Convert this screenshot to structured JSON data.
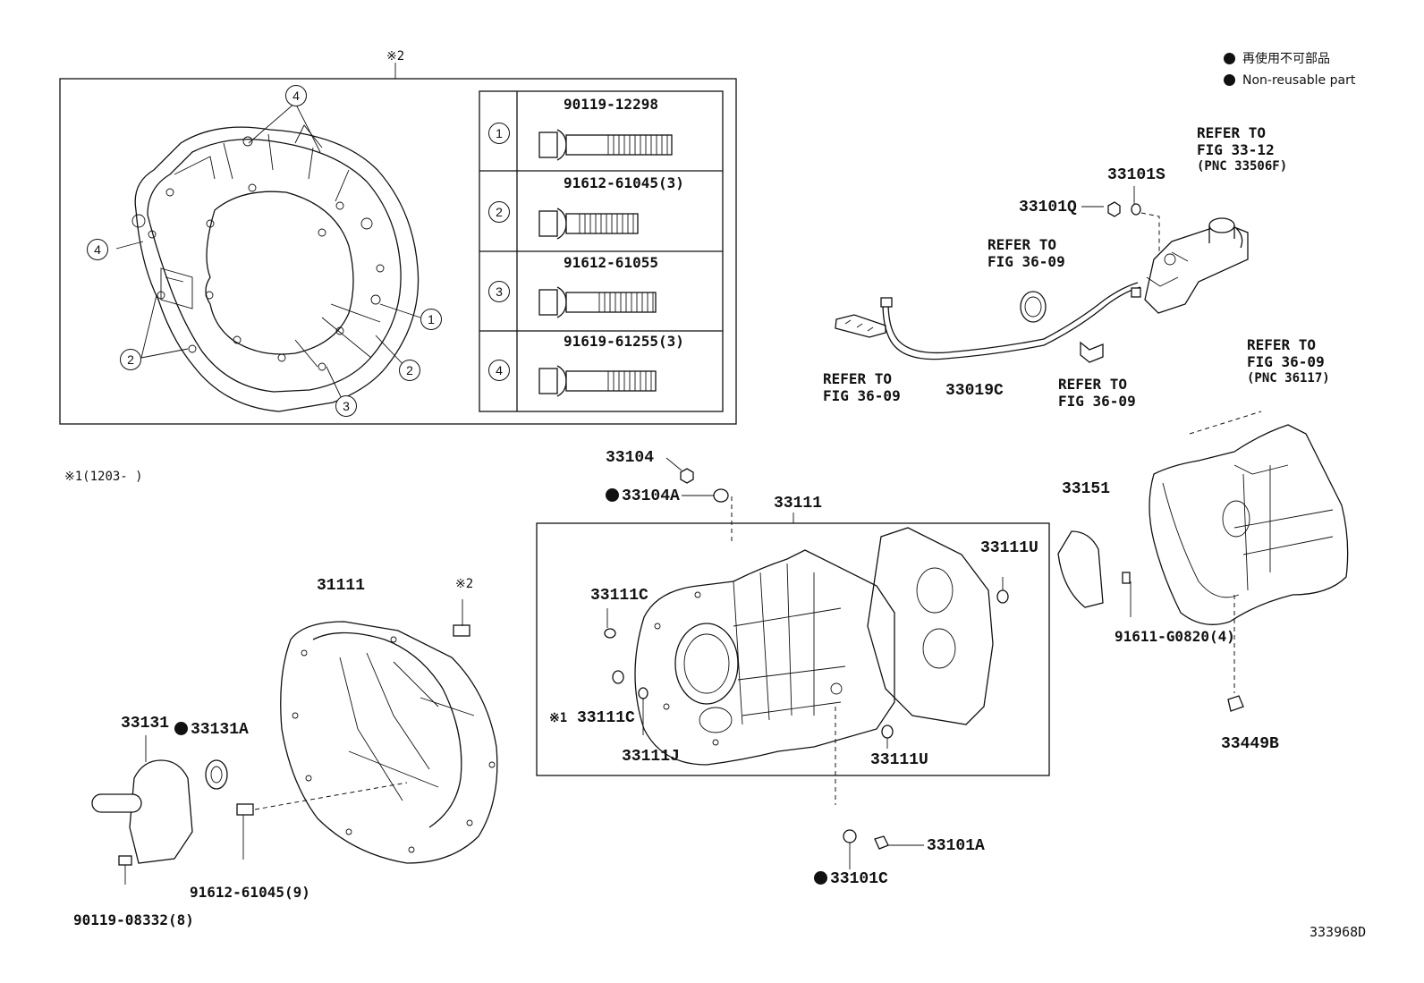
{
  "legend": {
    "jp": "再使用不可部品",
    "en": "Non-reusable part"
  },
  "inset_note": "※2",
  "range_note": "※1(1203-      )",
  "bolt_table": [
    {
      "index": "1",
      "part": "90119-12298"
    },
    {
      "index": "2",
      "part": "91612-61045(3)"
    },
    {
      "index": "3",
      "part": "91612-61055"
    },
    {
      "index": "4",
      "part": "91619-61255(3)"
    }
  ],
  "housing_callouts": [
    "4",
    "4",
    "1",
    "2",
    "2",
    "3"
  ],
  "refs": {
    "r1": [
      "REFER TO",
      "FIG 33-12",
      "(PNC 33506F)"
    ],
    "r2": [
      "REFER TO",
      "FIG 36-09"
    ],
    "r3": [
      "REFER TO",
      "FIG 36-09"
    ],
    "r4": [
      "REFER TO",
      "FIG 36-09"
    ],
    "r5": [
      "REFER TO",
      "FIG 36-09",
      "(PNC 36117)"
    ]
  },
  "parts": {
    "p33101S": "33101S",
    "p33101Q": "33101Q",
    "p33019C": "33019C",
    "p33104": "33104",
    "p33104A": "33104A",
    "p33111": "33111",
    "p33111U_top": "33111U",
    "p33111C_top": "33111C",
    "p33111C_bot": "33111C",
    "p33111C_mark": "※1",
    "p33111J": "33111J",
    "p33111U_bot": "33111U",
    "p33151": "33151",
    "p91611": "91611-G0820(4)",
    "p33449B": "33449B",
    "p31111": "31111",
    "p31111_mark": "※2",
    "p33131": "33131",
    "p33131A": "33131A",
    "p91612": "91612-61045(9)",
    "p90119": "90119-08332(8)",
    "p33101A": "33101A",
    "p33101C": "33101C"
  },
  "figure_id": "333968D"
}
